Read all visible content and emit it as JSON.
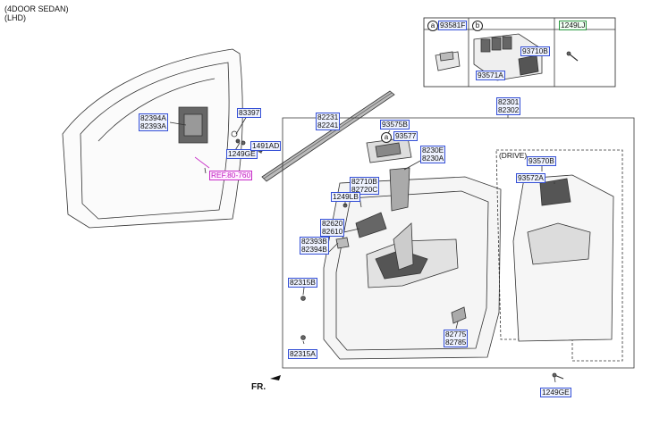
{
  "header": {
    "line1": "(4DOOR SEDAN)",
    "line2": "(LHD)"
  },
  "inset": {
    "a_marker": "a",
    "b_marker": "b",
    "a_part": "93581F",
    "b_part_1": "93710B",
    "b_part_2": "93571A",
    "screw_part": "1249LJ"
  },
  "labels": {
    "p83397": "83397",
    "p82394A": "82394A",
    "p82393A": "82393A",
    "p1249GE_top": "1249GE",
    "p1491AD": "1491AD",
    "ref": "REF.80-760",
    "p82231": "82231",
    "p82241": "82241",
    "p93575B": "93575B",
    "p93577": "93577",
    "a_marker": "a",
    "p82301": "82301",
    "p82302": "82302",
    "p8230E": "8230E",
    "p8230A": "8230A",
    "p82710B": "82710B",
    "p82720C": "82720C",
    "p1249LB": "1249LB",
    "p82620": "82620",
    "p82610": "82610",
    "p82393B": "82393B",
    "p82394B": "82394B",
    "p82315B": "82315B",
    "p82315A": "82315A",
    "p82775": "82775",
    "p82785": "82785",
    "drive": "(DRIVE)",
    "p93570B": "93570B",
    "p93572A": "93572A",
    "p1249GE_bottom": "1249GE",
    "fr": "FR."
  }
}
